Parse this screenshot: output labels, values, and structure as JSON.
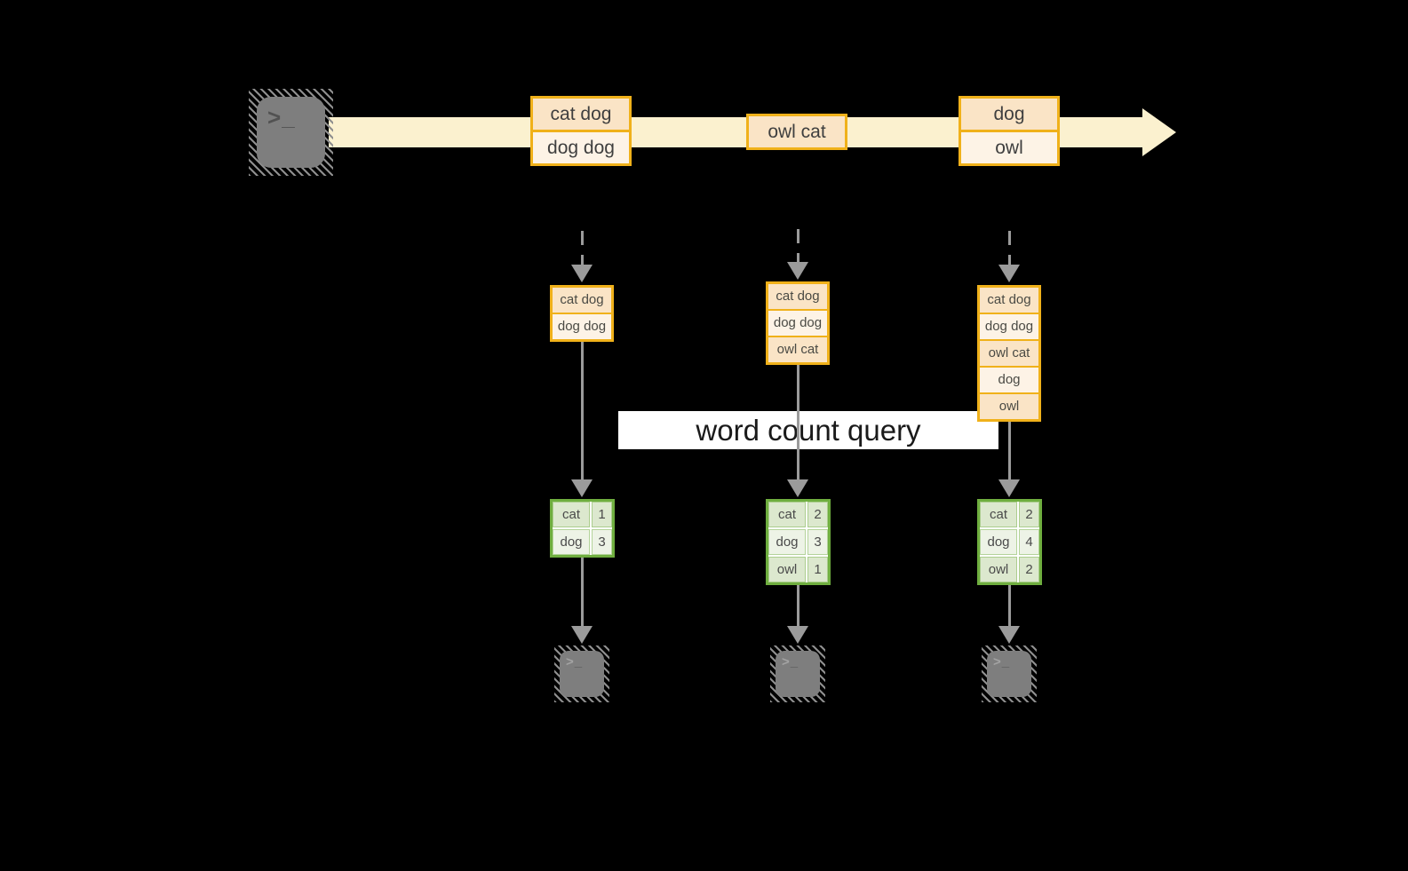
{
  "banner": {
    "label": "word count query"
  },
  "timeline_events": [
    {
      "rows": [
        "cat dog",
        "dog dog"
      ]
    },
    {
      "rows": [
        "owl cat"
      ]
    },
    {
      "rows": [
        "dog",
        "owl"
      ]
    }
  ],
  "columns": [
    {
      "buffer": [
        "cat dog",
        "dog dog"
      ],
      "counts": [
        {
          "word": "cat",
          "count": "1"
        },
        {
          "word": "dog",
          "count": "3"
        }
      ]
    },
    {
      "buffer": [
        "cat dog",
        "dog dog",
        "owl cat"
      ],
      "counts": [
        {
          "word": "cat",
          "count": "2"
        },
        {
          "word": "dog",
          "count": "3"
        },
        {
          "word": "owl",
          "count": "1"
        }
      ]
    },
    {
      "buffer": [
        "cat dog",
        "dog dog",
        "owl cat",
        "dog",
        "owl"
      ],
      "counts": [
        {
          "word": "cat",
          "count": "2"
        },
        {
          "word": "dog",
          "count": "4"
        },
        {
          "word": "owl",
          "count": "2"
        }
      ]
    }
  ],
  "icons": {
    "source": "terminal-icon",
    "sinks": [
      "terminal-icon",
      "terminal-icon",
      "terminal-icon"
    ],
    "stream": "right-arrow",
    "prompt_glyph": ">",
    "prompt_underscore": "_"
  },
  "colors": {
    "background": "#000000",
    "stream_cream": "#FBF1CF",
    "accent_gold": "#F0B11A",
    "record_peach_dark": "#FAE4C6",
    "record_peach_light": "#FDF3E6",
    "green_border": "#6FAE3F",
    "green_cell_dark": "#DCE8CE",
    "green_cell_light": "#EDF3E6",
    "arrow_gray": "#9B9B9B",
    "terminal_gray": "#7E7E7E",
    "banner_bg": "#FFFFFF"
  }
}
